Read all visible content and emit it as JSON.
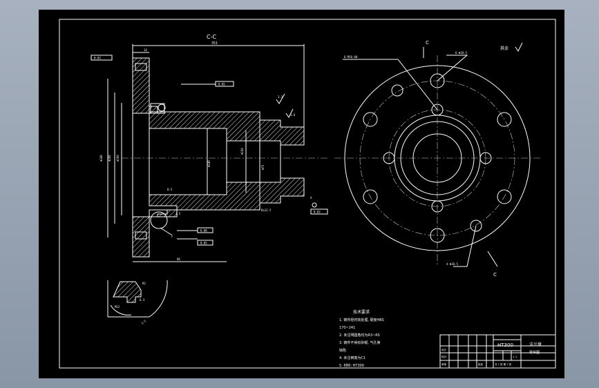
{
  "section_label": "C-C",
  "view_marks": [
    "C",
    "C"
  ],
  "dims": {
    "d1": "351",
    "d2": "14",
    "d3": "30",
    "d4": "Ra12.5",
    "d5": "0.03",
    "d6": "0.05",
    "d7": "96",
    "d8": "6.3",
    "d9": "1:2",
    "d10": "M12",
    "d11": "6-Φ18.5",
    "d12": "6-M16-6H",
    "d13": "4-Φ18.5",
    "d14": "Φ340",
    "d15": "Φ280",
    "d16": "Φ160",
    "d17": "Φ140",
    "d18": "R2",
    "d19": "3.2",
    "d20": "1.6",
    "d21": "8.5",
    "d22": "3.5",
    "d23": "0.08",
    "d24": "A",
    "d25": "Φ100",
    "d26": "Φ75"
  },
  "tech_requirements": {
    "title": "技术要求",
    "lines": [
      "1. 铸件经时效处理, 硬度HBS",
      "170~241",
      "2. 未注明圆角均为R3~R5",
      "3. 铸件不得有砂眼, 气孔等",
      "缺陷",
      "4. 未注倒角为C1",
      "5. 材料: HT300"
    ]
  },
  "title_block": {
    "material": "HT300",
    "part_name": "法兰盘",
    "drawing_no": "零件图",
    "scale": "1:1",
    "sheet": "共 1 张  第 1 张",
    "rows": [
      "设计",
      "校对",
      "审核",
      "批准"
    ]
  },
  "roughness_mark": "其余",
  "detail_label": "I",
  "colors": {
    "background": "#000000",
    "lines": "#ffffff",
    "frame_bg": "#98a3b3"
  }
}
